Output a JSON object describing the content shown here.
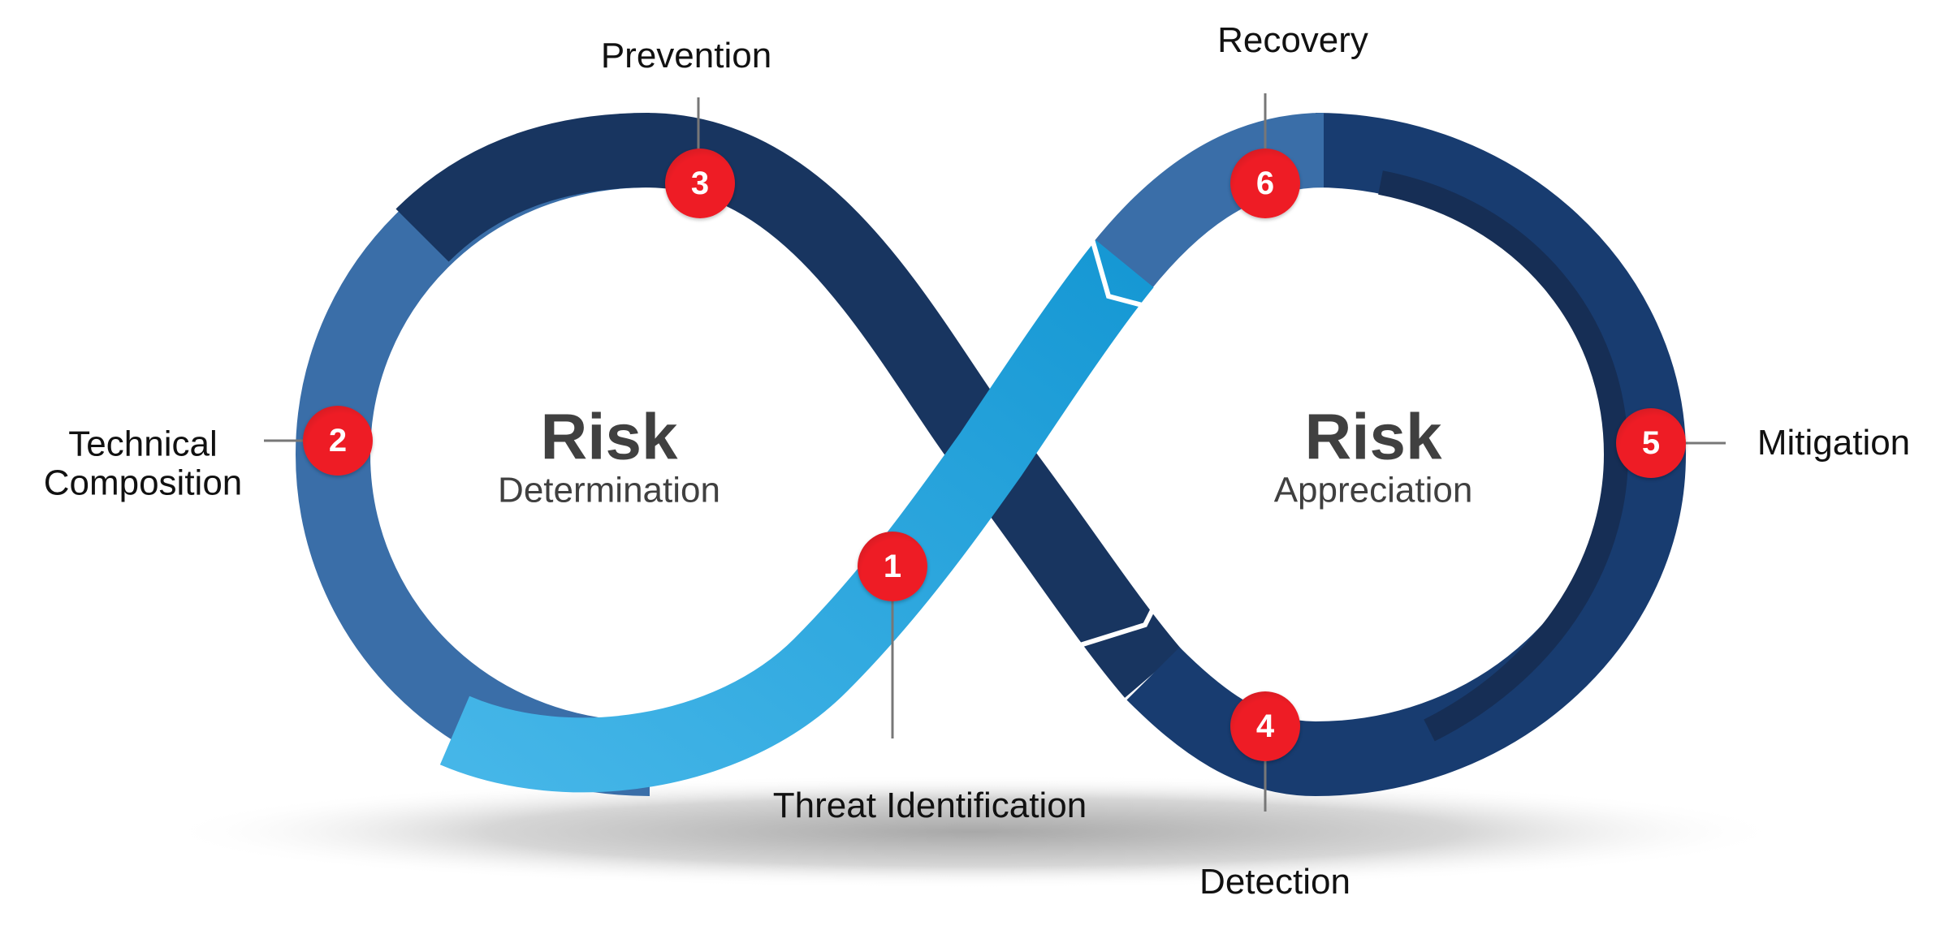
{
  "colors": {
    "navy": "#183560",
    "medium": "#3a6ea8",
    "light": "#1aa0da",
    "badge": "#ee1c25",
    "text": "#404040"
  },
  "center_left": {
    "title": "Risk",
    "subtitle": "Determination"
  },
  "center_right": {
    "title": "Risk",
    "subtitle": "Appreciation"
  },
  "steps": [
    {
      "number": "1",
      "label": "Threat Identification"
    },
    {
      "number": "2",
      "label_line1": "Technical",
      "label_line2": "Composition"
    },
    {
      "number": "3",
      "label": "Prevention"
    },
    {
      "number": "4",
      "label": "Detection"
    },
    {
      "number": "5",
      "label": "Mitigation"
    },
    {
      "number": "6",
      "label": "Recovery"
    }
  ]
}
